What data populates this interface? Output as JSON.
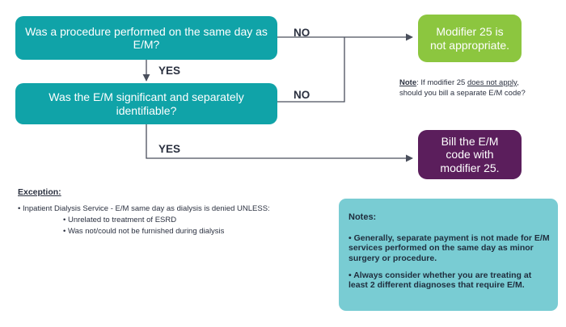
{
  "flow": {
    "q1": "Was a procedure performed on the same day as E/M?",
    "q2": "Was the E/M significant and separately identifiable?",
    "no1": "NO",
    "no2": "NO",
    "yes1": "YES",
    "yes2": "YES",
    "result_no": "Modifier 25 is not appropriate.",
    "result_yes": "Bill the E/M code with modifier 25."
  },
  "side_note": {
    "label": "Note",
    "text_before": ": If modifier 25 ",
    "underlined": "does not apply",
    "text_after": ",",
    "line2": "should you bill a separate E/M code?"
  },
  "exception": {
    "title": "Exception:",
    "item": "• Inpatient Dialysis Service - E/M same day as dialysis is denied UNLESS:",
    "sub1": "• Unrelated to treatment of ESRD",
    "sub2": "• Was not/could not be furnished during dialysis"
  },
  "notes": {
    "title": "Notes:",
    "items": [
      "• Generally, separate payment is not made for E/M services performed on the same day as minor surgery or procedure.",
      "• Always consider whether you are treating at least 2 different diagnoses that require E/M."
    ]
  },
  "colors": {
    "question_box": "#10a3a8",
    "no_result_box": "#8cc63f",
    "yes_result_box": "#5b1e5c",
    "notes_box": "#79ccd3",
    "connector": "#4a4f5c"
  }
}
